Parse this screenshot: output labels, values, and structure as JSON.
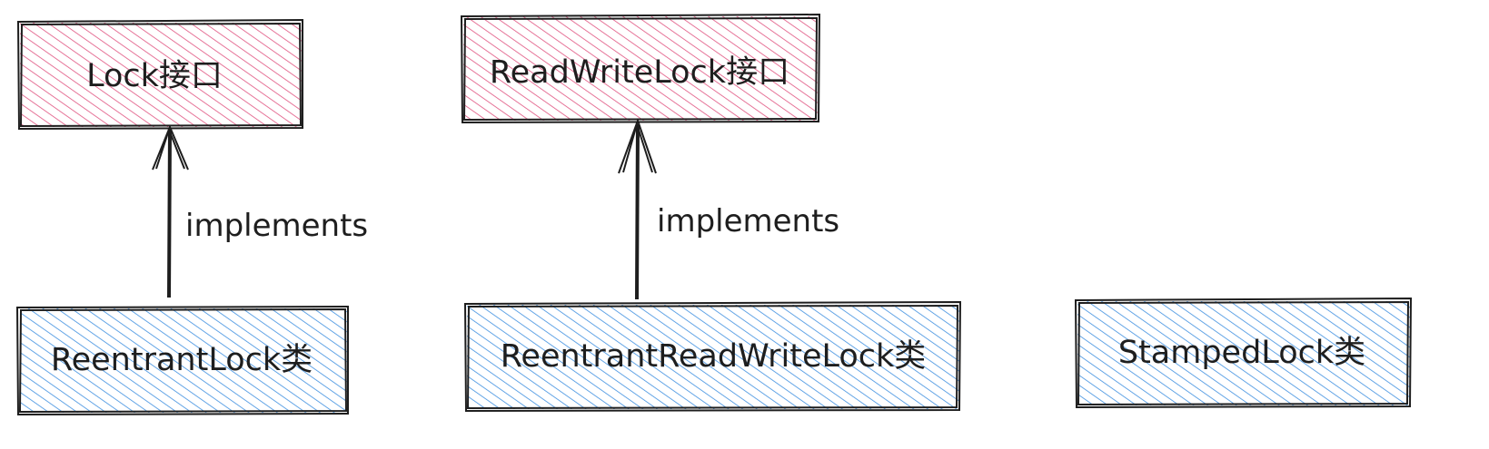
{
  "diagram": {
    "nodes": [
      {
        "id": "lock",
        "label": "Lock接口",
        "kind": "interface"
      },
      {
        "id": "rwlock",
        "label": "ReadWriteLock接口",
        "kind": "interface"
      },
      {
        "id": "reentrant",
        "label": "ReentrantLock类",
        "kind": "class"
      },
      {
        "id": "rrwl",
        "label": "ReentrantReadWriteLock类",
        "kind": "class"
      },
      {
        "id": "stamped",
        "label": "StampedLock类",
        "kind": "class"
      }
    ],
    "edges": [
      {
        "from": "reentrant",
        "to": "lock",
        "label": "implements"
      },
      {
        "from": "rrwl",
        "to": "rwlock",
        "label": "implements"
      }
    ],
    "colors": {
      "interface_hatch": "#e0527f",
      "class_hatch": "#3d8fe0",
      "stroke": "#1e1e1e"
    }
  }
}
